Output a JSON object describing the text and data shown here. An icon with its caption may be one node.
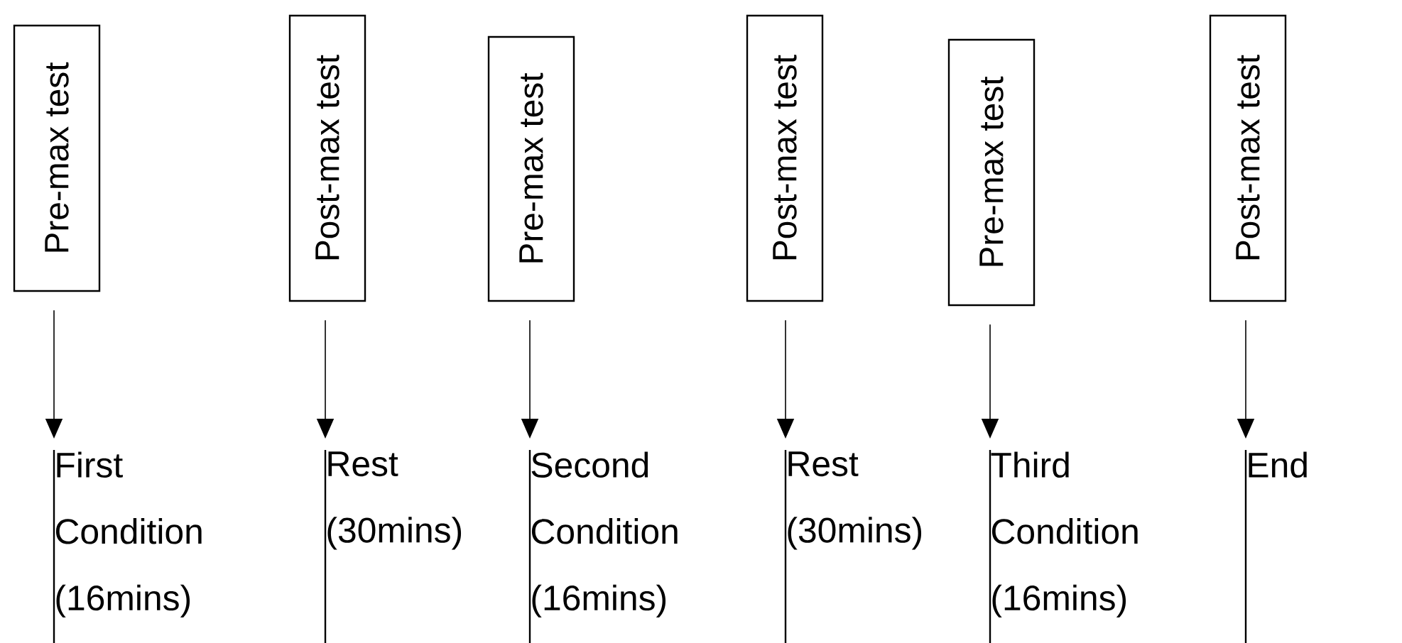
{
  "diagram": {
    "nodes": [
      {
        "text": [
          "Pre-max test"
        ]
      },
      {
        "text": [
          "Post-max test"
        ]
      },
      {
        "text": [
          "Pre-max test"
        ]
      },
      {
        "text": [
          "Post-max test"
        ]
      },
      {
        "text": [
          "Pre-max test"
        ]
      },
      {
        "text": [
          "Post-max test"
        ]
      },
      {
        "text": [
          "First Condition (16mins)"
        ]
      },
      {
        "text": [
          "Rest (30mins)"
        ]
      },
      {
        "text": [
          "Second Condition (16mins)"
        ]
      },
      {
        "text": [
          "Rest (30mins)"
        ]
      },
      {
        "text": [
          "Third Condition (16mins)"
        ]
      },
      {
        "text": [
          "End"
        ]
      }
    ],
    "edges": [
      {
        "from": 0,
        "to": 6,
        "arrow": "to"
      },
      {
        "from": 1,
        "to": 7,
        "arrow": "to"
      },
      {
        "from": 2,
        "to": 8,
        "arrow": "to"
      },
      {
        "from": 3,
        "to": 9,
        "arrow": "to"
      },
      {
        "from": 4,
        "to": 10,
        "arrow": "to"
      },
      {
        "from": 5,
        "to": 11,
        "arrow": "to"
      }
    ]
  }
}
